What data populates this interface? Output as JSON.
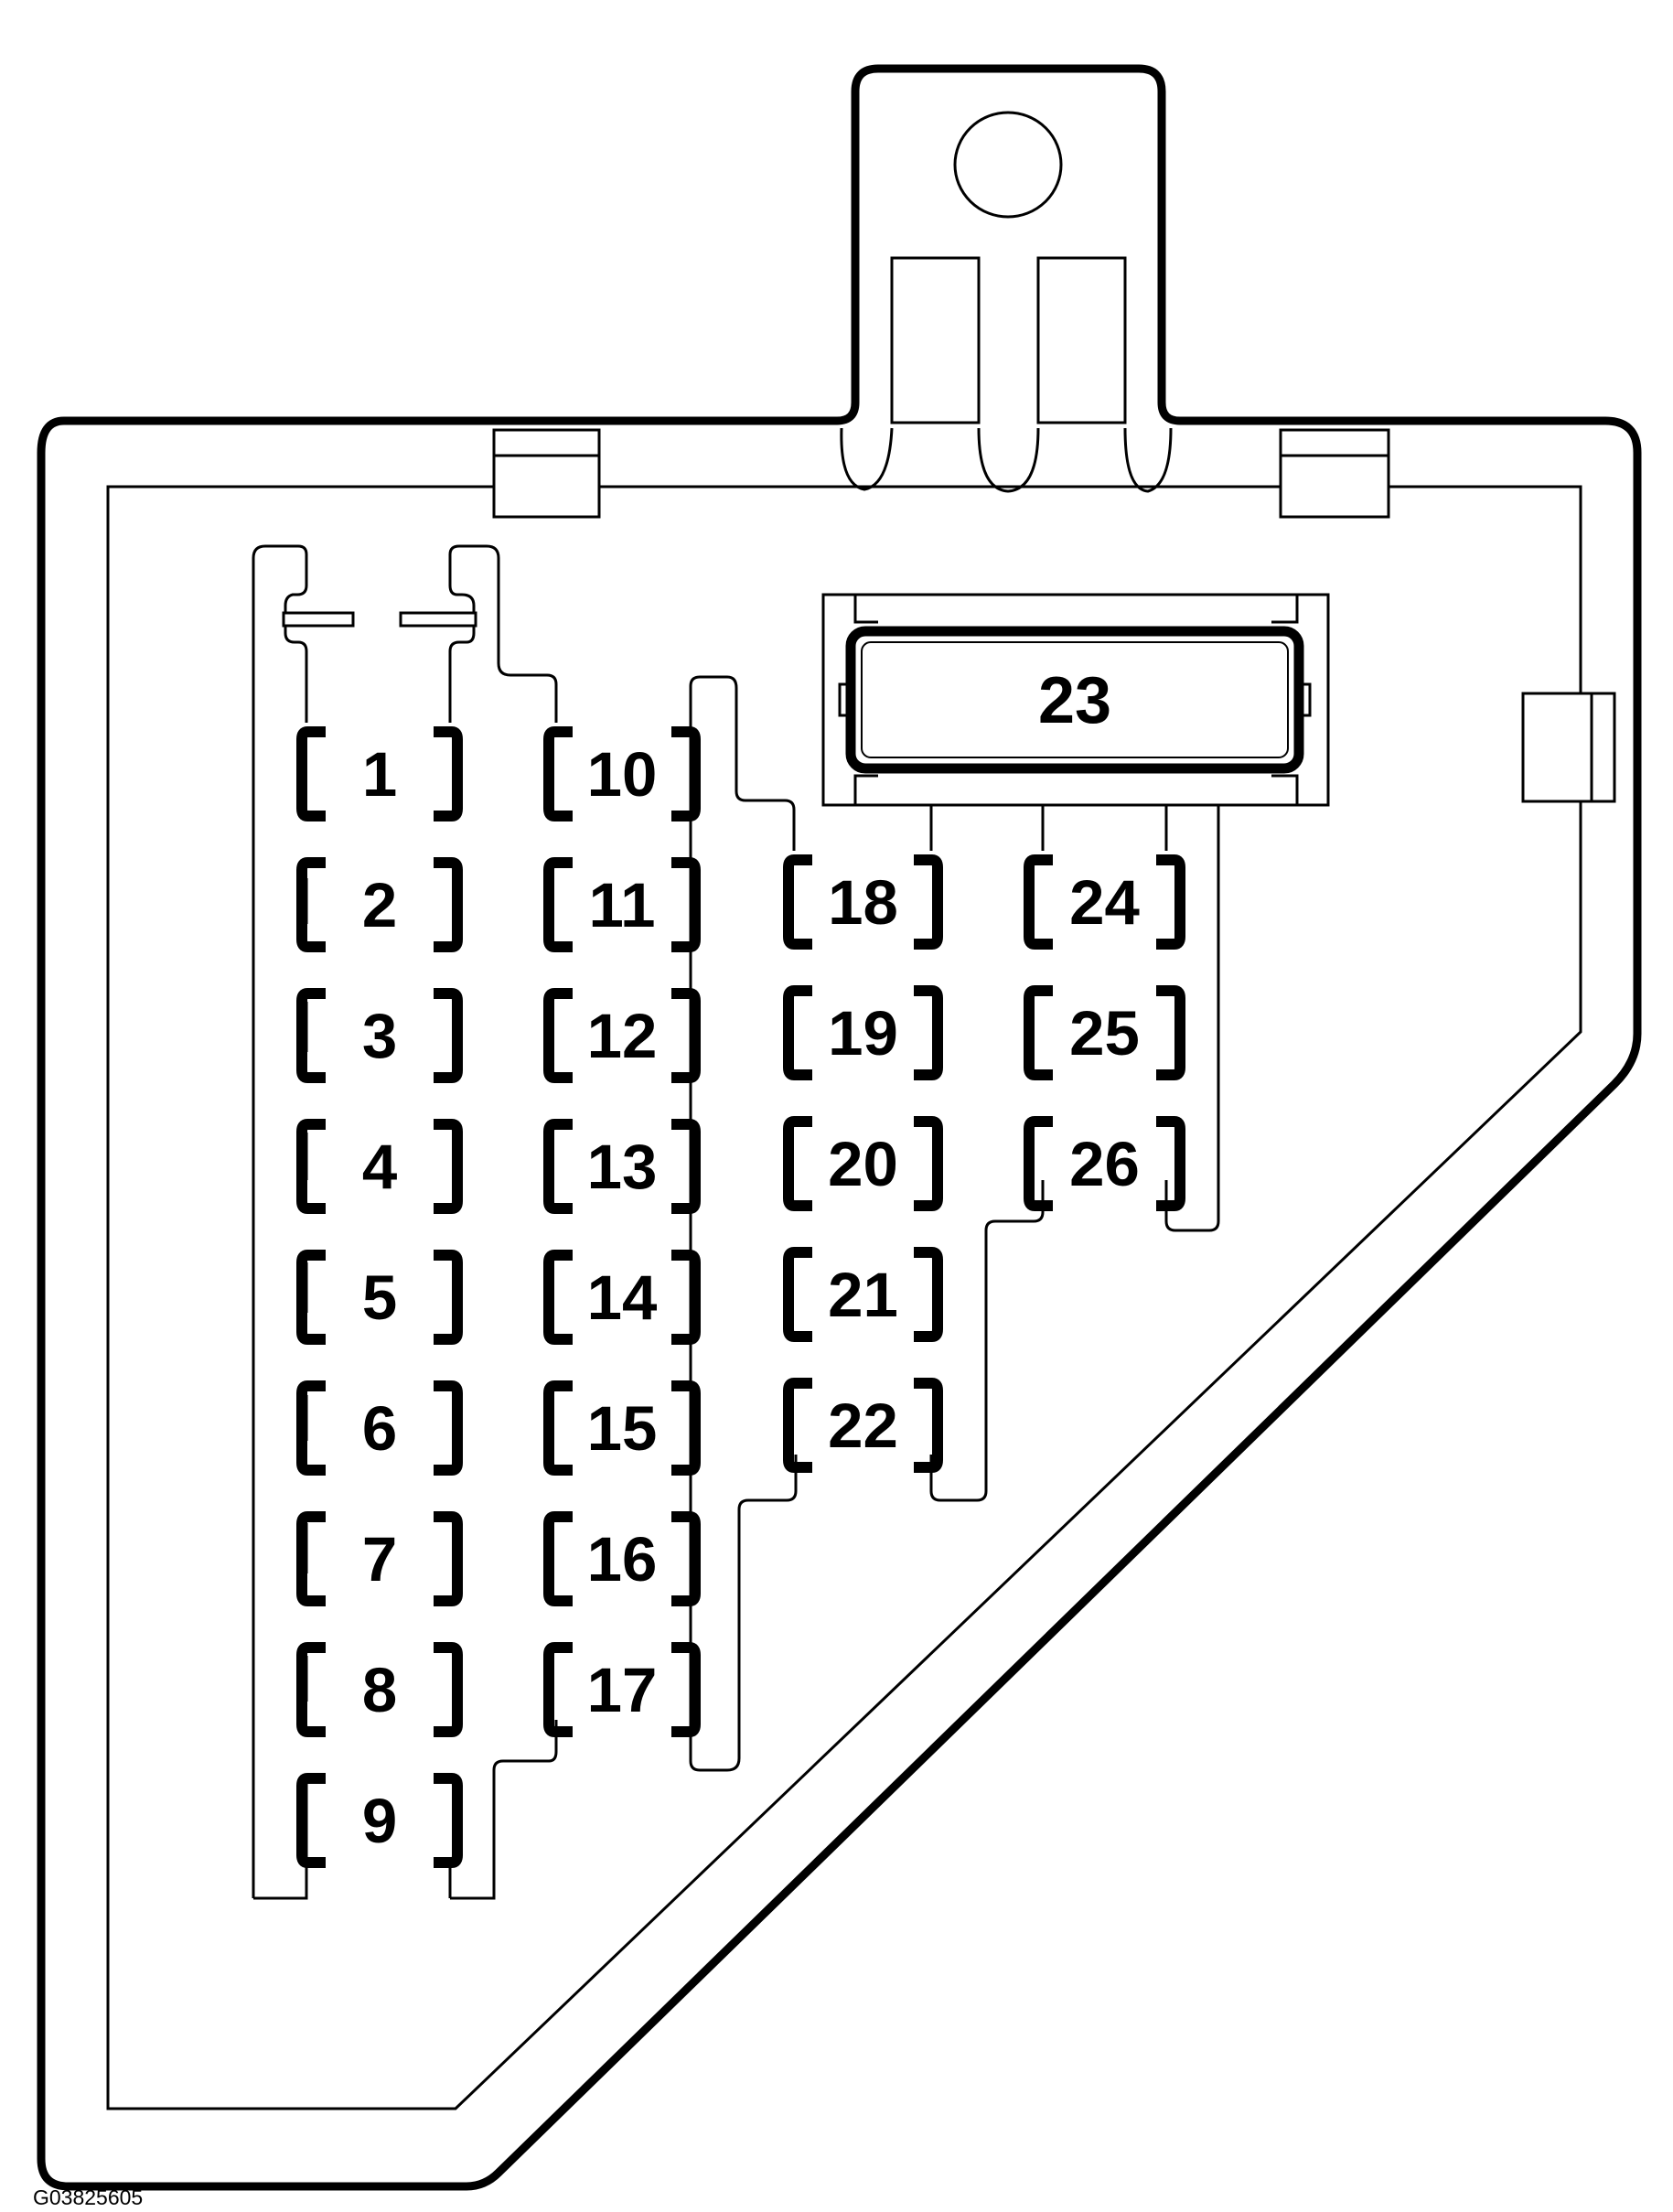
{
  "diagram": {
    "figure_id": "G03825605",
    "relay": {
      "label": "23"
    },
    "columns": [
      {
        "id": "col-a",
        "fuses": [
          "1",
          "2",
          "3",
          "4",
          "5",
          "6",
          "7",
          "8",
          "9"
        ]
      },
      {
        "id": "col-b",
        "fuses": [
          "10",
          "11",
          "12",
          "13",
          "14",
          "15",
          "16",
          "17"
        ]
      },
      {
        "id": "col-c",
        "fuses": [
          "18",
          "19",
          "20",
          "21",
          "22"
        ]
      },
      {
        "id": "col-d",
        "fuses": [
          "24",
          "25",
          "26"
        ]
      }
    ]
  }
}
